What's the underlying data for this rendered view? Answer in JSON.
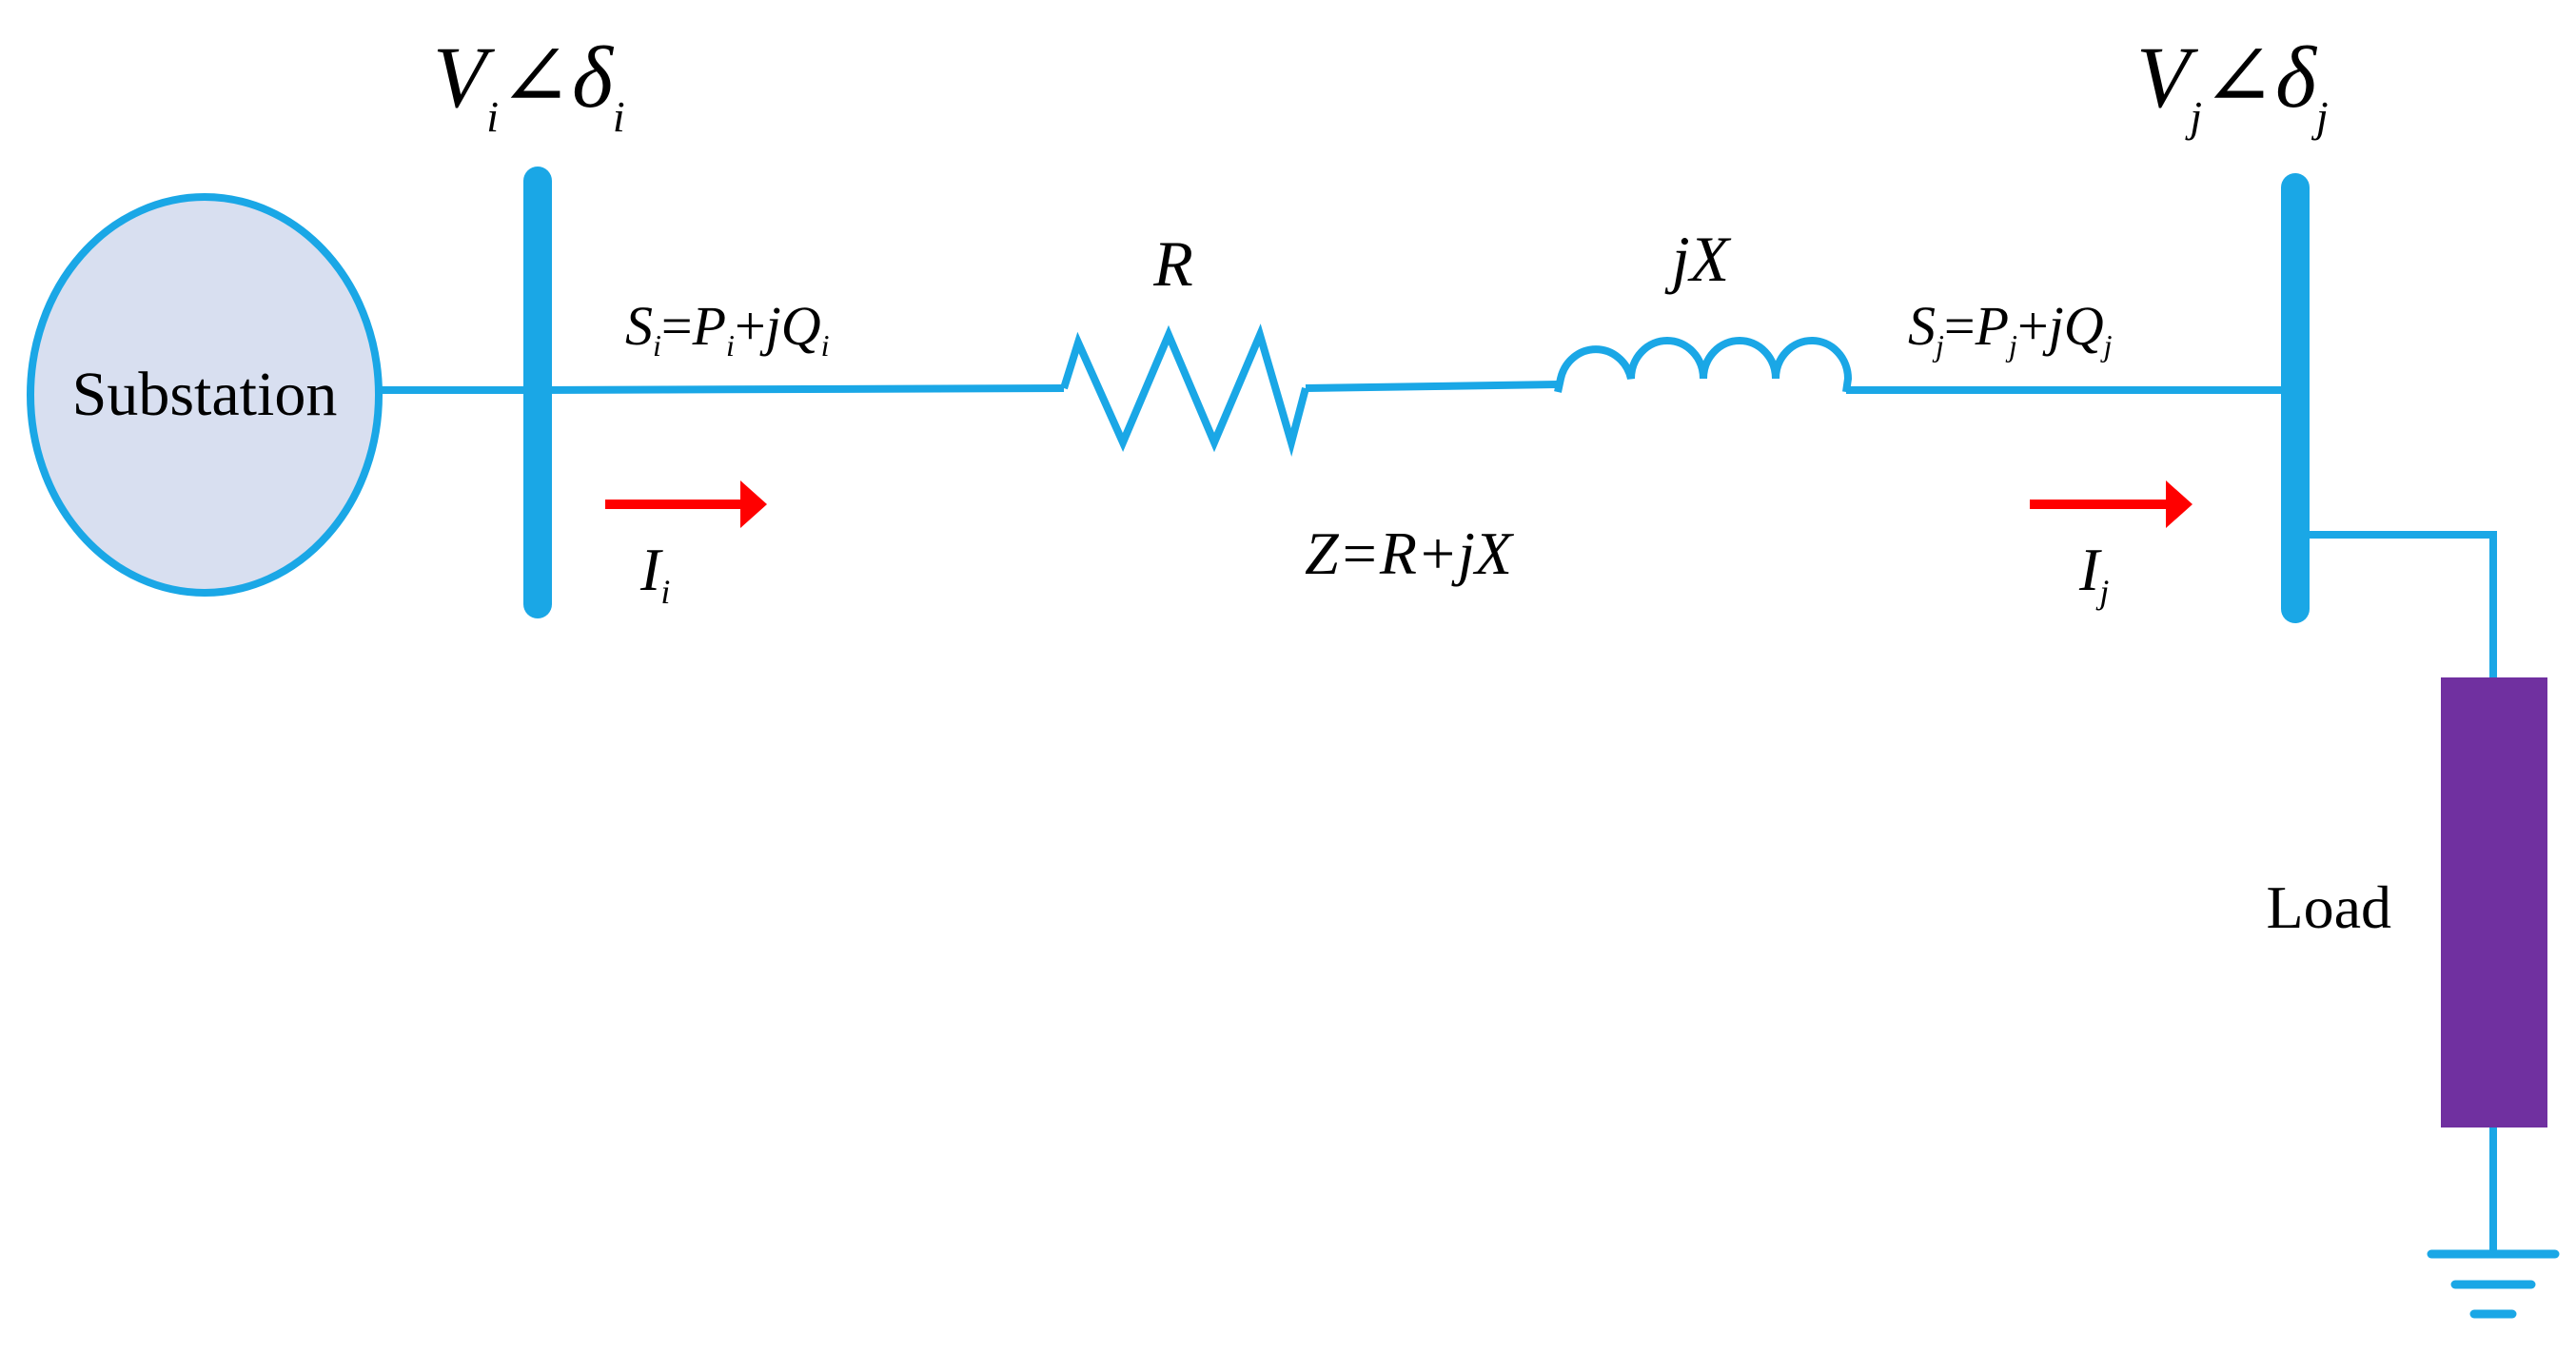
{
  "colors": {
    "wire": "#1aa7e6",
    "bus": "#1aa7e6",
    "substation_fill": "#d8dff0",
    "substation_stroke": "#1aa7e6",
    "current_arrow": "#ff0000",
    "load_fill": "#7030a0",
    "text": "#000000"
  },
  "labels": {
    "substation": "Substation",
    "load": "Load",
    "resistor": "R",
    "inductor": "jX",
    "impedance": "Z=R+jX",
    "bus_i_voltage": {
      "V": "V",
      "sub": "i",
      "angle": "∠",
      "delta": "δ",
      "delta_sub": "i"
    },
    "bus_j_voltage": {
      "V": "V",
      "sub": "j",
      "angle": "∠",
      "delta": "δ",
      "delta_sub": "j"
    },
    "power_i": {
      "S": "S",
      "S_sub": "i",
      "eq": "=",
      "P": "P",
      "P_sub": "i",
      "plus": "+",
      "jQ": "jQ",
      "Q_sub": "i"
    },
    "power_j": {
      "S": "S",
      "S_sub": "j",
      "eq": "=",
      "P": "P",
      "P_sub": "j",
      "plus": "+",
      "jQ": "jQ",
      "Q_sub": "j"
    },
    "current_i": {
      "I": "I",
      "sub": "i"
    },
    "current_j": {
      "I": "I",
      "sub": "j"
    }
  },
  "icons": {
    "substation": "source-ellipse",
    "resistor": "zigzag-resistor",
    "inductor": "coil-inductor",
    "load": "load-rectangle",
    "ground": "ground-symbol",
    "current_arrow": "right-arrow"
  }
}
